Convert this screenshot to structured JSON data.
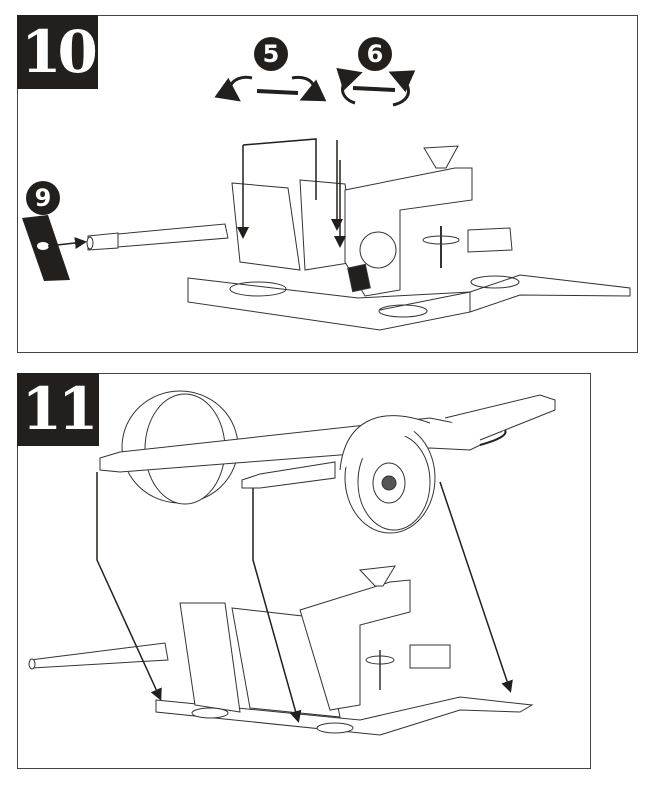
{
  "steps": {
    "step10": {
      "number": "10",
      "callouts": [
        "5",
        "6",
        "9"
      ]
    },
    "step11": {
      "number": "11"
    }
  },
  "colors": {
    "ink": "#231f1c",
    "line": "#333333",
    "paper": "#ffffff"
  }
}
